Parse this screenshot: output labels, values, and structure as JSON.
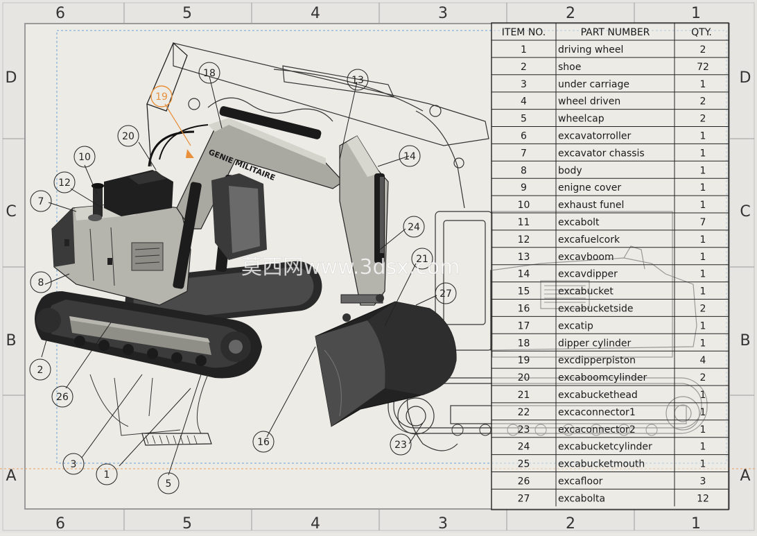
{
  "sheet": {
    "column_zones": [
      "6",
      "5",
      "4",
      "3",
      "2",
      "1"
    ],
    "row_zones": [
      "D",
      "C",
      "B",
      "A"
    ],
    "colors": {
      "sheet_bg": "#ecebe6",
      "frame": "#a8a8a8",
      "drawing_line": "#222222",
      "highlight_balloon": "#e8903c",
      "guide_dashed_blue": "#6aa0d8",
      "guide_dashed_orange": "#e8a060"
    }
  },
  "watermark": {
    "text": "莫西网www.3dsx.com"
  },
  "vehicle_lettering": {
    "boom_text": "GENIE MILITAIRE"
  },
  "callouts": {
    "balloons": [
      "18",
      "19",
      "13",
      "20",
      "14",
      "10",
      "12",
      "7",
      "24",
      "8",
      "21",
      "27",
      "2",
      "26",
      "16",
      "3",
      "1",
      "5",
      "23"
    ],
    "highlighted": "19"
  },
  "bom": {
    "headers": [
      "ITEM NO.",
      "PART NUMBER",
      "QTY."
    ],
    "rows": [
      [
        "1",
        "driving wheel",
        "2"
      ],
      [
        "2",
        "shoe",
        "72"
      ],
      [
        "3",
        "under carriage",
        "1"
      ],
      [
        "4",
        "wheel driven",
        "2"
      ],
      [
        "5",
        "wheelcap",
        "2"
      ],
      [
        "6",
        "excavatorroller",
        "1"
      ],
      [
        "7",
        "excavator chassis",
        "1"
      ],
      [
        "8",
        "body",
        "1"
      ],
      [
        "9",
        "enigne cover",
        "1"
      ],
      [
        "10",
        "exhaust funel",
        "1"
      ],
      [
        "11",
        "excabolt",
        "7"
      ],
      [
        "12",
        "excafuelcork",
        "1"
      ],
      [
        "13",
        "excavboom",
        "1"
      ],
      [
        "14",
        "excavdipper",
        "1"
      ],
      [
        "15",
        "excabucket",
        "1"
      ],
      [
        "16",
        "excabucketside",
        "2"
      ],
      [
        "17",
        "excatip",
        "1"
      ],
      [
        "18",
        "dipper cylinder",
        "1"
      ],
      [
        "19",
        "excdipperpiston",
        "4"
      ],
      [
        "20",
        "excaboomcylinder",
        "2"
      ],
      [
        "21",
        "excabuckethead",
        "1"
      ],
      [
        "22",
        "excaconnector1",
        "1"
      ],
      [
        "23",
        "excaconnector2",
        "1"
      ],
      [
        "24",
        "excabucketcylinder",
        "1"
      ],
      [
        "25",
        "excabucketmouth",
        "1"
      ],
      [
        "26",
        "excafloor",
        "3"
      ],
      [
        "27",
        "excabolta",
        "12"
      ]
    ]
  }
}
